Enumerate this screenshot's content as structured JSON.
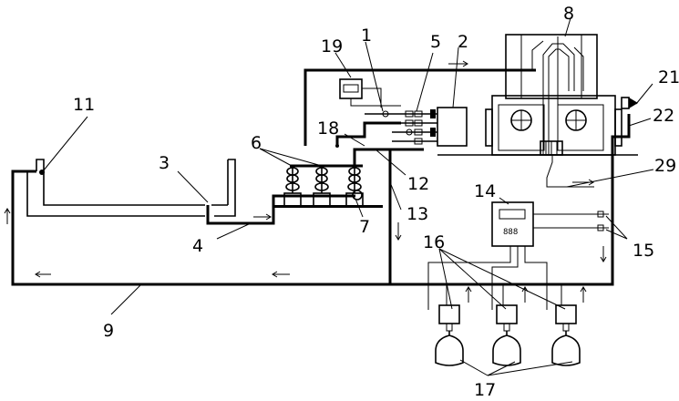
{
  "labels": {
    "l1": "1",
    "l2": "2",
    "l3": "3",
    "l4": "4",
    "l5": "5",
    "l6": "6",
    "l7": "7",
    "l8": "8",
    "l9": "9",
    "l11": "11",
    "l12": "12",
    "l13": "13",
    "l14": "14",
    "l15": "15",
    "l16": "16",
    "l17": "17",
    "l18": "18",
    "l19": "19",
    "l21": "21",
    "l22": "22",
    "l29": "29"
  }
}
